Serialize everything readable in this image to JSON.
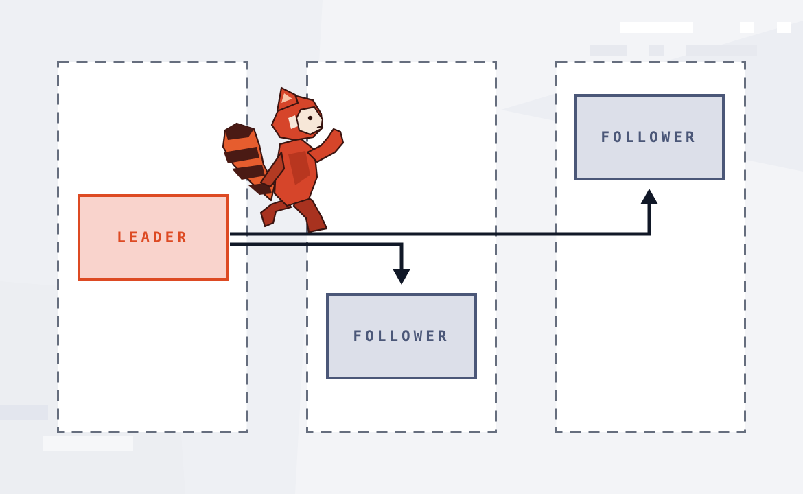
{
  "diagram": {
    "colors": {
      "leader_fill": "#f9d3cc",
      "leader_stroke": "#dd4a23",
      "follower_fill": "#dcdfe9",
      "follower_stroke": "#4b5778",
      "container_stroke": "#666e7e",
      "arrow": "#111827",
      "mascot": "#d6452a"
    },
    "nodes": {
      "leader": {
        "label": "LEADER"
      },
      "follower_middle": {
        "label": "FOLLOWER"
      },
      "follower_right": {
        "label": "FOLLOWER"
      }
    },
    "edges": [
      {
        "from": "leader",
        "to": "follower_middle"
      },
      {
        "from": "leader",
        "to": "follower_right"
      }
    ],
    "mascot_icon": "red-panda-mascot-icon"
  }
}
